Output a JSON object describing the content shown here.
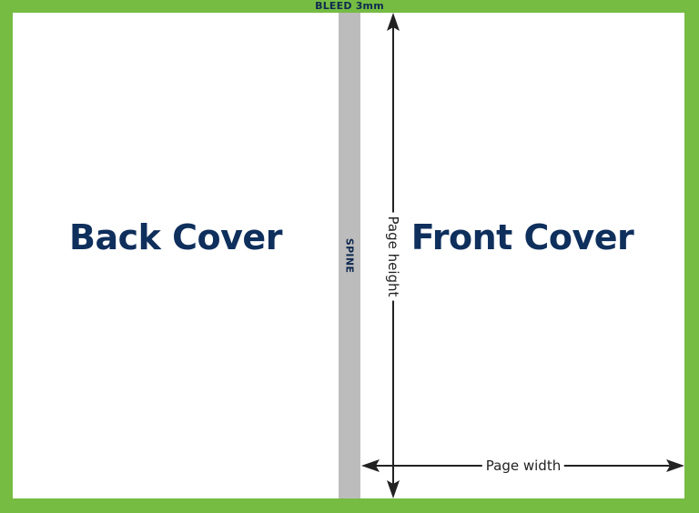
{
  "colors": {
    "bleed": "#76bc43",
    "page": "#ffffff",
    "spine": "#bdbcbc",
    "title_text": "#0f2f5c",
    "dimension_lines": "#222222"
  },
  "bleed": {
    "label": "BLEED 3mm"
  },
  "spine": {
    "label": "SPINE"
  },
  "back_cover": {
    "title": "Back Cover"
  },
  "front_cover": {
    "title": "Front Cover"
  },
  "dimensions": {
    "height_label": "Page height",
    "width_label": "Page width"
  }
}
